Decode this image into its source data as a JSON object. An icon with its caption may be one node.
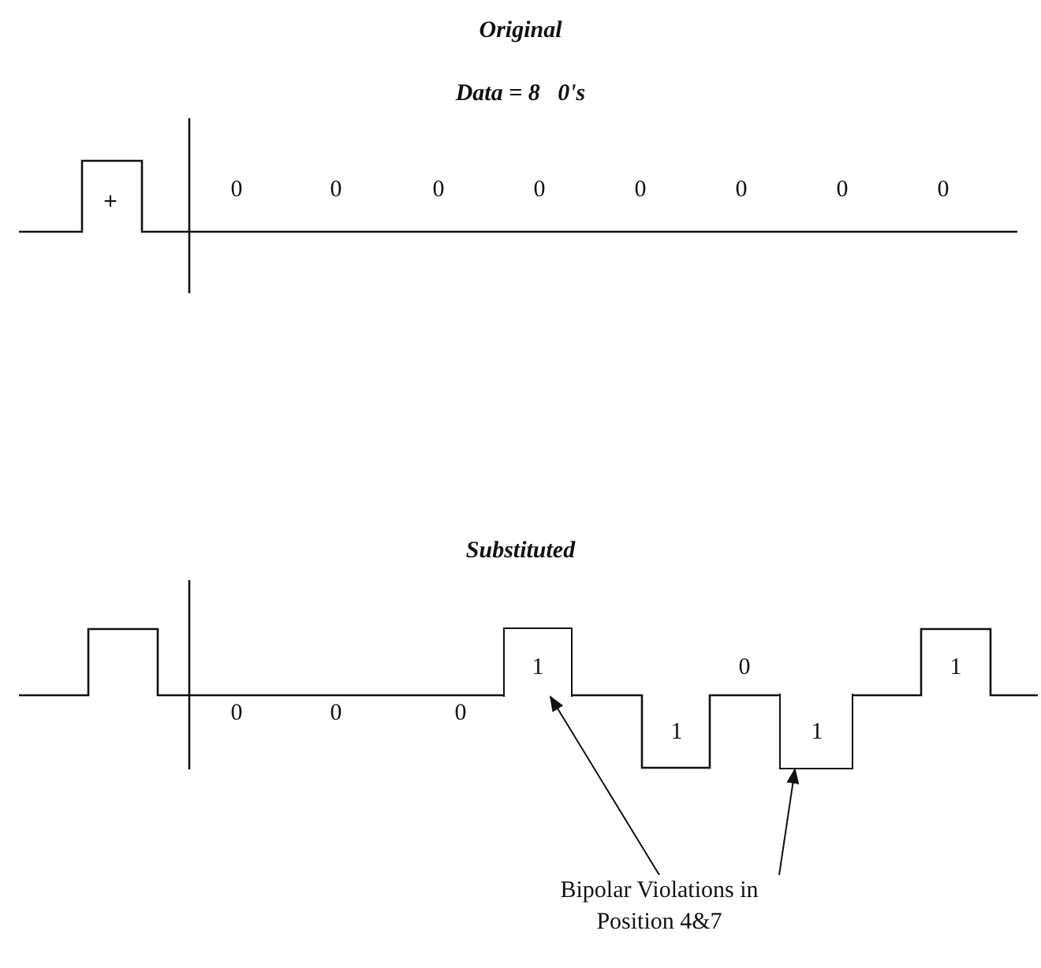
{
  "diagram": {
    "nodes": [
      {
        "text": [
          "Bipolar Violations in Position 4&7"
        ]
      },
      {
        "text": [],
        "shape": "bar"
      },
      {
        "text": [],
        "shape": "bar"
      }
    ],
    "edges": [
      {
        "from": 0,
        "to": 1,
        "arrow": "to"
      },
      {
        "from": 0,
        "to": 2,
        "arrow": "to"
      }
    ],
    "labels": [
      "Original",
      "Data = 8   0's",
      "+",
      "0",
      "0",
      "0",
      "0",
      "0",
      "0",
      "0",
      "0",
      "Substituted",
      "0",
      "0",
      "0",
      "1",
      "1",
      "0",
      "1",
      "1"
    ]
  }
}
